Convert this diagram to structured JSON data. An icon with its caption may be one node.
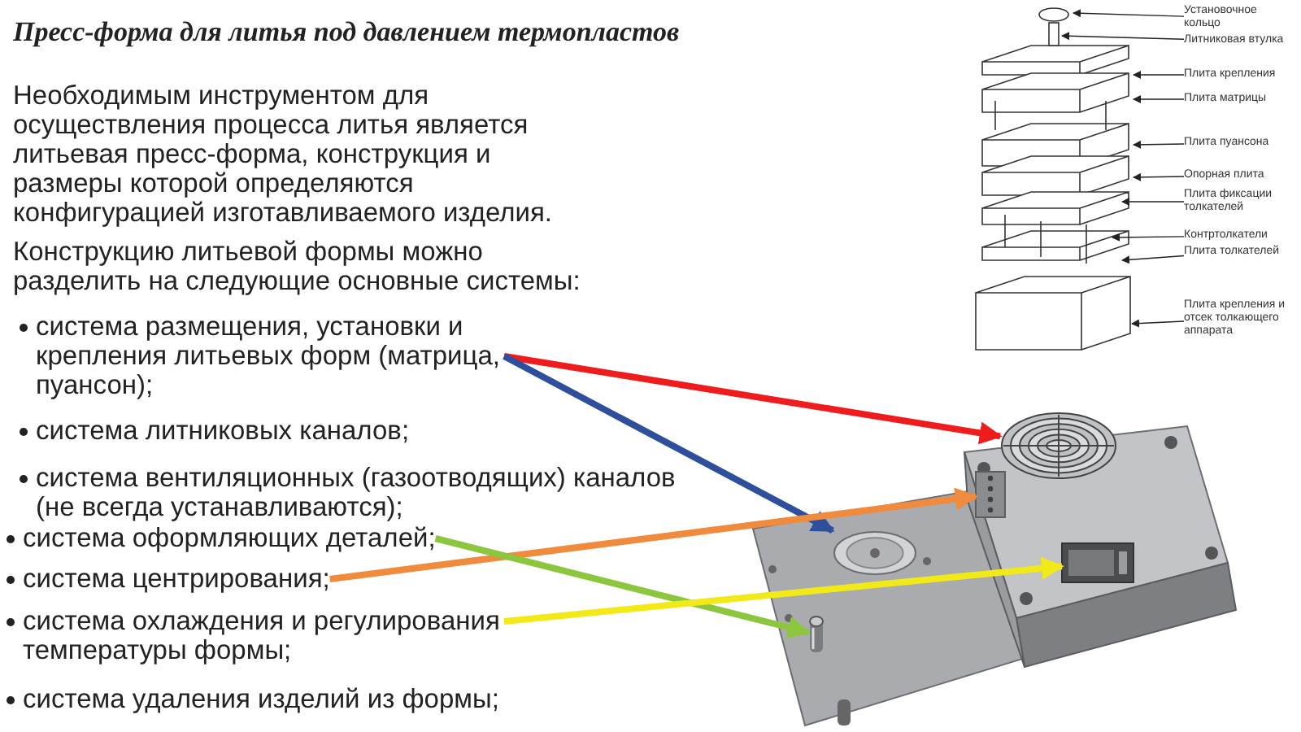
{
  "diagram": {
    "title": "Пресс-форма для литья под давлением термопластов",
    "nodes": [
      {
        "text": [
          "система размещения, установки и крепления литьевых форм (матрица, пуансон);"
        ]
      },
      {
        "text": [
          "система литниковых каналов;"
        ]
      },
      {
        "text": [
          "система вентиляционных (газоотводящих) каналов (не всегда устанавливаются);"
        ]
      },
      {
        "text": [
          "система оформляющих деталей;"
        ]
      },
      {
        "text": [
          "система центрирования;"
        ]
      },
      {
        "text": [
          "система охлаждения и регулирования температуры формы;"
        ]
      },
      {
        "text": [
          "система удаления изделий из формы;"
        ]
      },
      {
        "text": [],
        "shape": "picture"
      },
      {
        "text": [],
        "shape": "picture",
        "in": 7
      },
      {
        "text": [],
        "shape": "picture",
        "in": 7
      },
      {
        "text": [],
        "shape": "picture",
        "in": 7
      },
      {
        "text": [],
        "shape": "picture",
        "in": 7
      },
      {
        "text": [],
        "shape": "picture",
        "in": 7
      },
      {
        "text": [
          "Установочное кольцо"
        ]
      },
      {
        "text": [
          "Литниковая втулка"
        ]
      },
      {
        "text": [
          "Плита крепления"
        ]
      },
      {
        "text": [
          "Плита матрицы"
        ]
      },
      {
        "text": [
          "Плита пуансона"
        ]
      },
      {
        "text": [
          "Опорная плита"
        ]
      },
      {
        "text": [
          "Плита фиксации толкателей"
        ]
      },
      {
        "text": [
          "Контртолкатели"
        ]
      },
      {
        "text": [
          "Плита толкателей"
        ]
      },
      {
        "text": [
          "Плита крепления и отсек толкающего аппарата"
        ]
      },
      {
        "text": [],
        "shape": "picture"
      }
    ],
    "edges": [
      {
        "from": 0,
        "to": 11,
        "arrow": "to",
        "style": "thick",
        "color": "#ee1c1c"
      },
      {
        "from": 0,
        "to": 9,
        "arrow": "to",
        "style": "thick",
        "color": "#2e4f9c"
      },
      {
        "from": 4,
        "to": 10,
        "arrow": "to",
        "style": "thick",
        "color": "#f08a3c"
      },
      {
        "from": 3,
        "to": 8,
        "arrow": "to",
        "style": "thick",
        "color": "#8cc63f"
      },
      {
        "from": 5,
        "to": 12,
        "arrow": "to",
        "style": "thick",
        "color": "#f2ea18"
      },
      {
        "from": 13,
        "to": 23,
        "arrow": "to"
      },
      {
        "from": 14,
        "to": 23,
        "arrow": "to"
      },
      {
        "from": 15,
        "to": 23,
        "arrow": "to"
      },
      {
        "from": 16,
        "to": 23,
        "arrow": "to"
      },
      {
        "from": 17,
        "to": 23,
        "arrow": "to"
      },
      {
        "from": 18,
        "to": 23,
        "arrow": "to"
      },
      {
        "from": 19,
        "to": 23,
        "arrow": "to"
      },
      {
        "from": 20,
        "to": 23,
        "arrow": "to"
      },
      {
        "from": 21,
        "to": 23,
        "arrow": "to"
      },
      {
        "from": 22,
        "to": 23,
        "arrow": "to"
      }
    ],
    "labels": [
      "Необходимым инструментом для осуществления процесса литья является литьевая пресс-форма, конструкция и размеры которой определяются конфигурацией изготавливаемого изделия.",
      "Конструкцию литьевой формы можно разделить на следующие основные системы:"
    ]
  }
}
